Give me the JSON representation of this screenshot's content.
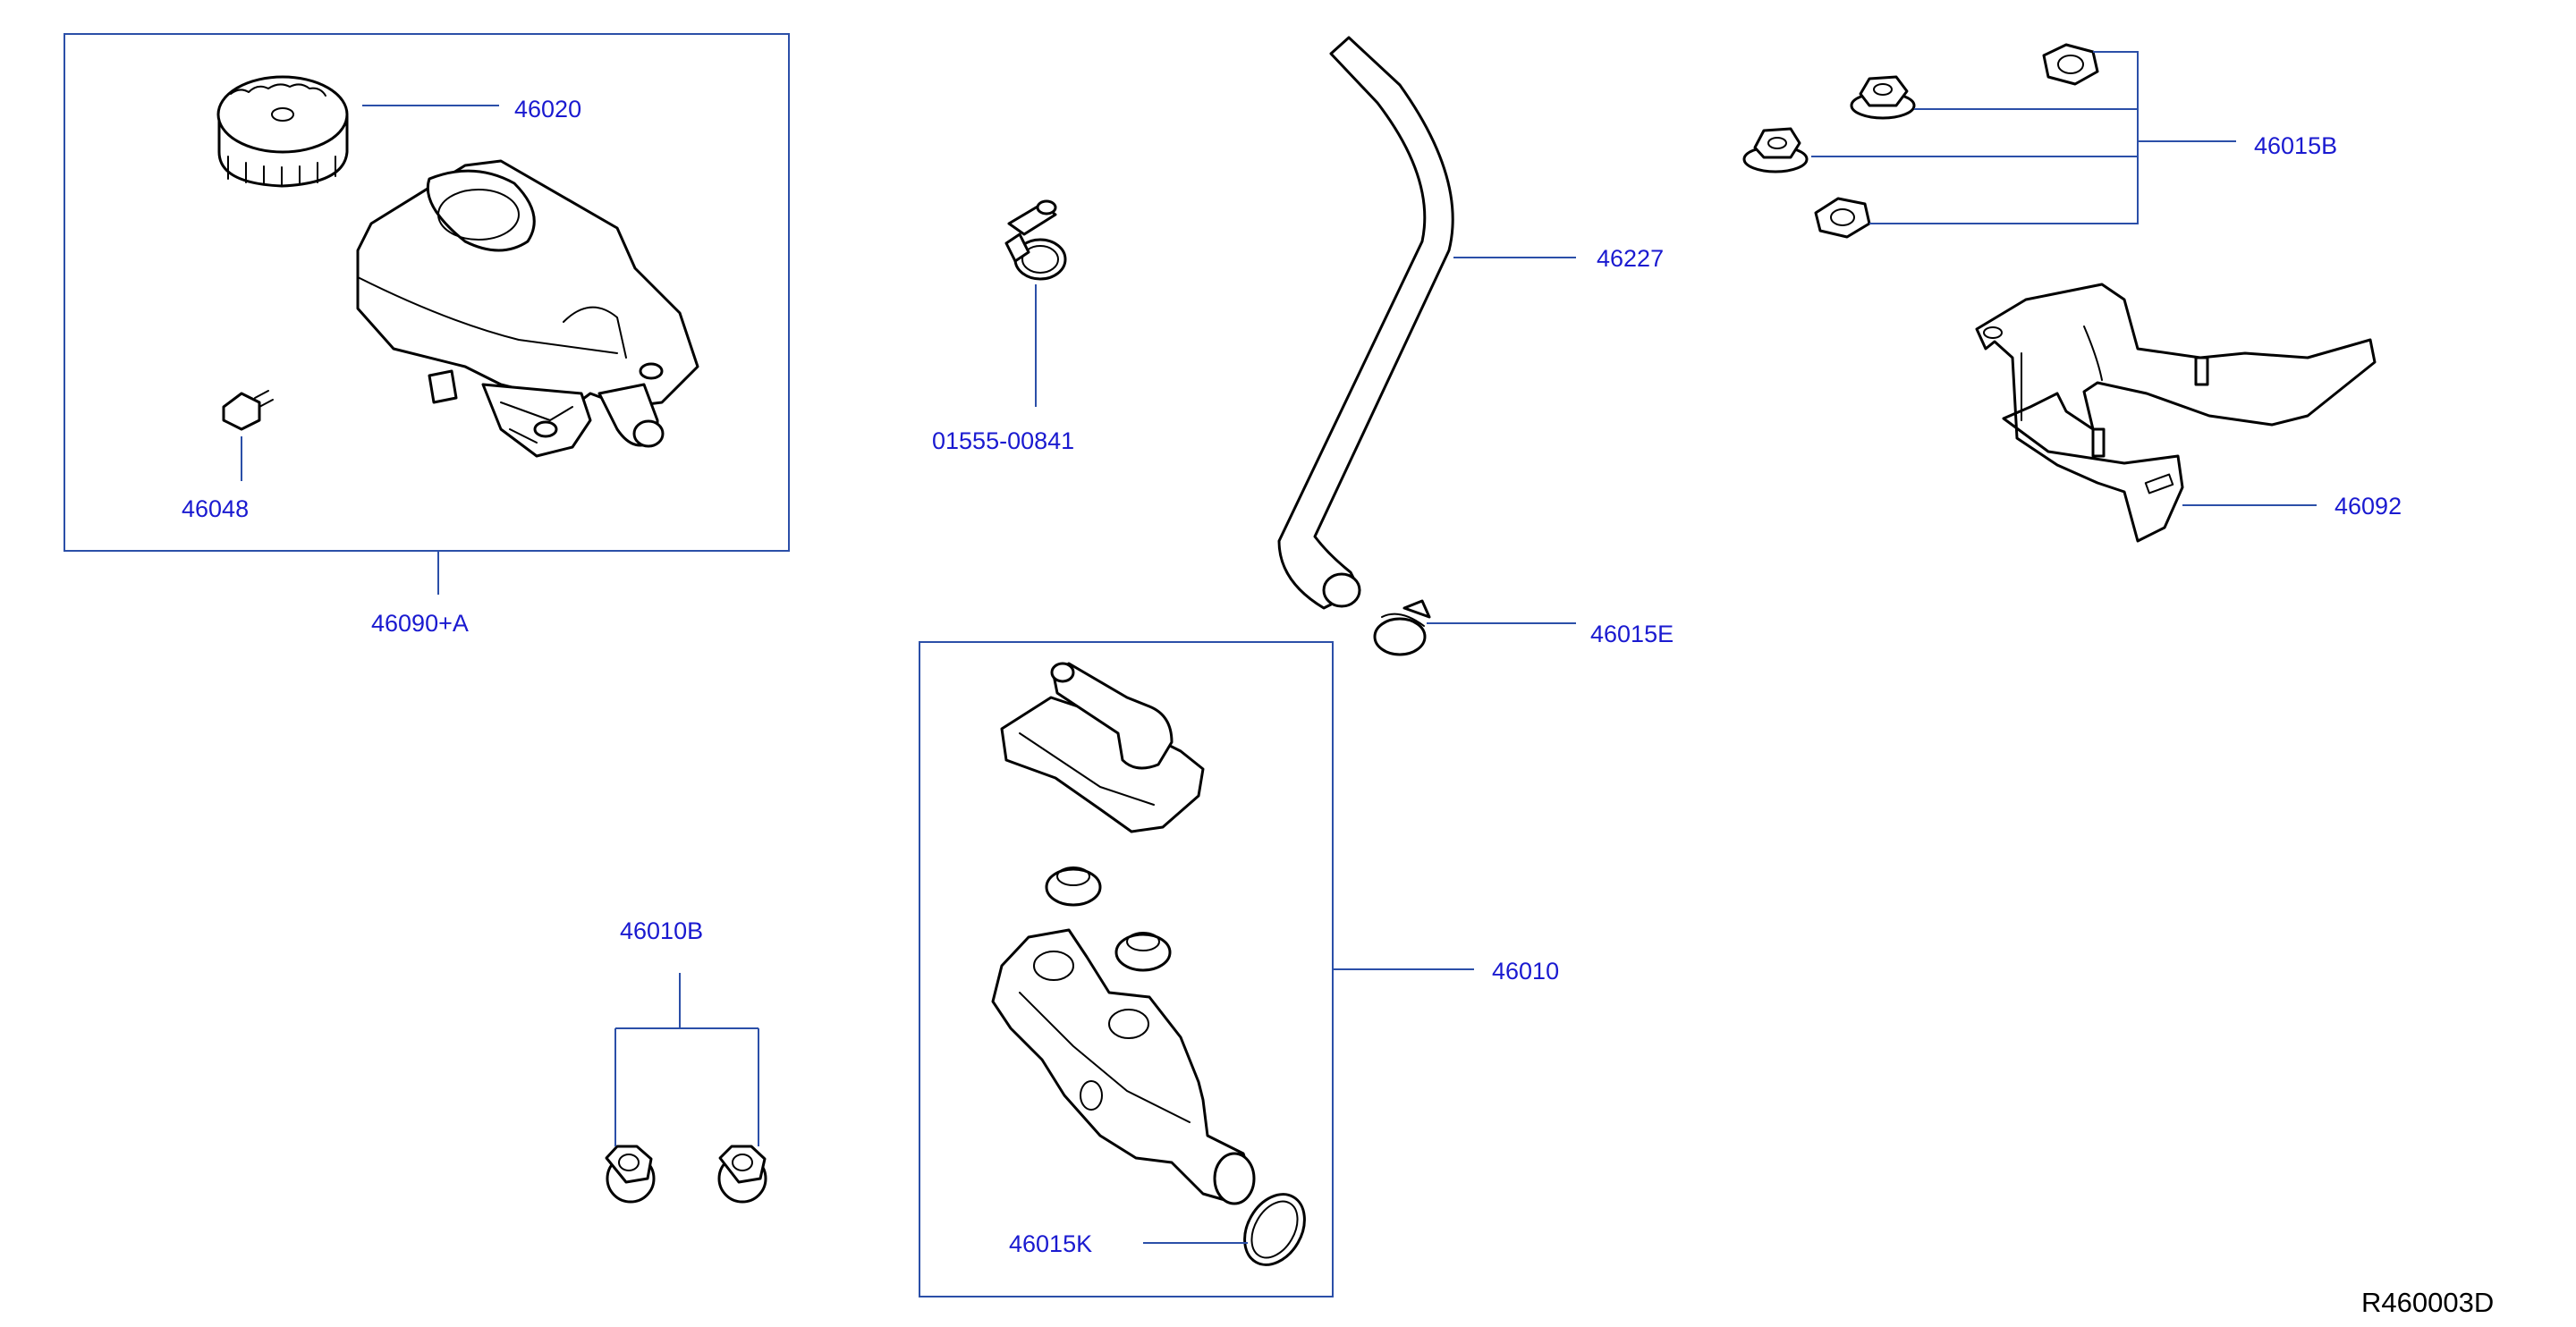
{
  "labels": {
    "p46020": "46020",
    "p46048": "46048",
    "p46090A": "46090+A",
    "p01555": "01555-00841",
    "p46227": "46227",
    "p46015B": "46015B",
    "p46092": "46092",
    "p46015E": "46015E",
    "p46010B": "46010B",
    "p46010": "46010",
    "p46015K": "46015K"
  },
  "diagram_ref": "R460003D",
  "colors": {
    "label_text": "#1a1ad0",
    "leader_line": "#2b4fa8",
    "part_outline": "#000000"
  }
}
